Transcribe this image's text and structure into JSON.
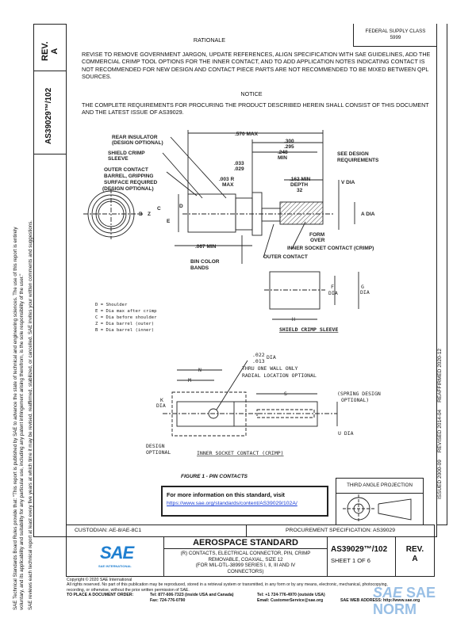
{
  "side_notice": {
    "line1": "SAE Technical Standards Board Rules provide that: \"This report is published by SAE to advance the state of technical and engineering sciences. The use of this report is entirely",
    "line2": "voluntary, and its applicability and suitability for any particular use, including any patent infringement arising therefrom, is the sole responsibility of the user.\"",
    "line3": "SAE reviews each technical report at least every five years at which time it may be revised, reaffirmed, stabilized, or cancelled. SAE invites your written comments and suggestions."
  },
  "left_column": {
    "rev_label": "REV.",
    "rev_value": "A",
    "doc_number": "AS39029™/102"
  },
  "federal_supply": {
    "line1": "FEDERAL SUPPLY CLASS",
    "line2": "5999"
  },
  "rationale": {
    "heading": "RATIONALE",
    "text": "REVISE TO REMOVE GOVERNMENT JARGON, UPDATE REFERENCES, ALIGN SPECIFICATION WITH SAE GUIDELINES, ADD THE COMMERCIAL CRIMP TOOL OPTIONS FOR THE INNER CONTACT, AND TO ADD APPLICATION NOTES INDICATING CONTACT IS NOT RECOMMENDED FOR NEW DESIGN AND CONTACT PIECE PARTS ARE NOT RECOMMENDED TO BE MIXED BETWEEN QPL SOURCES."
  },
  "notice": {
    "heading": "NOTICE",
    "text": "THE COMPLETE REQUIREMENTS FOR PROCURING THE PRODUCT DESCRIBED HEREIN SHALL CONSIST OF THIS DOCUMENT AND THE LATEST ISSUE OF AS39029."
  },
  "drawing": {
    "labels": {
      "rear_insulator": "REAR INSULATOR",
      "rear_insulator_2": "(DESIGN OPTIONAL)",
      "shield_crimp": "SHIELD CRIMP",
      "shield_crimp_2": "SLEEVE",
      "outer_barrel_1": "OUTER CONTACT",
      "outer_barrel_2": "BARREL, GRIPPING",
      "outer_barrel_3": "SURFACE REQUIRED",
      "outer_barrel_4": "(DESIGN OPTIONAL)",
      "dim_570": ".570 MAX",
      "dim_300": ".300",
      "dim_295": ".295",
      "dim_248": ".248",
      "dim_min": "MIN",
      "see_design_1": "SEE DESIGN",
      "see_design_2": "REQUIREMENTS",
      "dim_033": ".033",
      "dim_029": ".029",
      "dim_003": ".003 R",
      "dim_max": "MAX",
      "dim_162": ".162 MIN",
      "depth": "DEPTH",
      "finish": "32",
      "v_dia": "V DIA",
      "a_dia": "A DIA",
      "b": "B",
      "z": "Z",
      "c": "C",
      "e": "E",
      "d": "D",
      "form_over_1": "FORM",
      "form_over_2": "OVER",
      "inner_socket": "INNER SOCKET CONTACT (CRIMP)",
      "outer_contact": "OUTER CONTACT",
      "dim_067": ".067 MIN",
      "bin_1": "BIN COLOR",
      "bin_2": "BANDS",
      "f_dia_1": "F",
      "f_dia_2": "DIA",
      "g_dia_1": "G",
      "g_dia_2": "DIA",
      "h": "H",
      "sleeve_title": "SHIELD CRIMP SLEEVE",
      "dim_022": ".022",
      "dim_013": ".013",
      "dia": "DIA",
      "thru_1": "THRU ONE WALL ONLY",
      "thru_2": "RADIAL LOCATION OPTIONAL",
      "spring_1": "(SPRING DESIGN",
      "spring_2": "OPTIONAL)",
      "n": "N",
      "m": "M",
      "s": "S",
      "k_1": "K",
      "k_2": "DIA",
      "u_dia": "U DIA",
      "design_opt_1": "DESIGN",
      "design_opt_2": "OPTIONAL",
      "socket_title": "INNER SOCKET CONTACT (CRIMP)"
    },
    "legend": [
      "D = Shoulder",
      "E = Dia max after crimp",
      "C = Dia before shoulder",
      "Z = Dia barrel (outer)",
      "B = Dia barrel (inner)"
    ],
    "caption": "FIGURE 1 - PIN CONTACTS"
  },
  "info_box": {
    "text": "For more information on this standard, visit",
    "link": "https://www.sae.org/standards/content/AS39029/102A/"
  },
  "projection": {
    "title": "THIRD ANGLE PROJECTION"
  },
  "history": {
    "issued": "ISSUED 2000-09",
    "revised": "REVISED 2014-04",
    "reaffirmed": "REAFFIRMED 2020-12"
  },
  "custodian": "CUSTODIAN: AE-8/AE-8C1",
  "procurement": "PROCUREMENT SPECIFICATION: AS39029",
  "title_block": {
    "logo": "SAE INTERNATIONAL",
    "heading": "AEROSPACE STANDARD",
    "desc1": "(R) CONTACTS, ELECTRICAL CONNECTOR, PIN, CRIMP",
    "desc2": "REMOVABLE, COAXIAL, SIZE 12",
    "desc3": "(FOR MIL-DTL-38999 SERIES I, II, III AND IV",
    "desc4": "CONNECTORS)",
    "doc_number": "AS39029™/102",
    "sheet": "SHEET 1 OF 6",
    "rev_label": "REV.",
    "rev_value": "A"
  },
  "footer": {
    "copyright": "Copyright © 2020 SAE International",
    "rights": "All rights reserved. No part of this publication may be reproduced, stored in a retrieval system or transmitted, in any form or by any means, electronic, mechanical, photocopying,",
    "rights2": "recording, or otherwise, without the prior written permission of SAE.",
    "order_label": "TO PLACE A DOCUMENT ORDER:",
    "tel_us": "Tel: 877-606-7323 (inside USA and Canada)",
    "fax": "Fax: 724-776-0790",
    "tel_intl": "Tel: +1 724-776-4970 (outside USA)",
    "email": "Email: CustomerService@sae.org",
    "web": "SAE WEB ADDRESS: http://www.sae.org"
  },
  "watermark": {
    "text": "SAE NORM"
  },
  "colors": {
    "sae_blue": "#1f7fd0",
    "link": "#1a3fd6",
    "watermark": "#8fb9e3"
  }
}
